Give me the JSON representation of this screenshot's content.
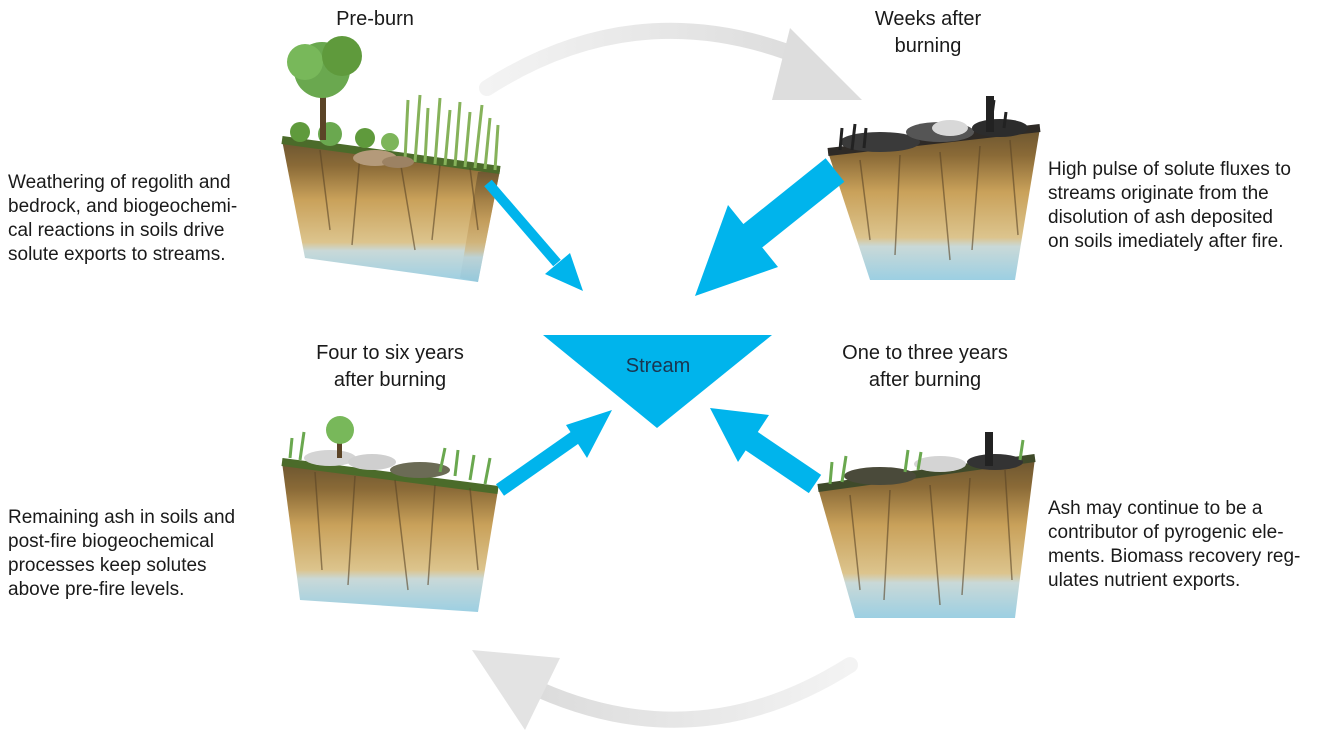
{
  "stream_label": "Stream",
  "stages": {
    "pre_burn": {
      "title": "Pre-burn",
      "description_lines": [
        "Weathering of regolith and",
        "bedrock, and biogeochemi-",
        "cal reactions in soils drive",
        "solute exports to streams."
      ]
    },
    "weeks_after": {
      "title_lines": [
        "Weeks after",
        "burning"
      ],
      "description_lines": [
        "High pulse of solute fluxes to",
        "streams originate from the",
        "disolution of ash deposited",
        "on soils imediately after fire."
      ]
    },
    "one_to_three": {
      "title_lines": [
        "One to three years",
        "after burning"
      ],
      "description_lines": [
        "Ash may continue to be a",
        "contributor of pyrogenic ele-",
        "ments. Biomass recovery reg-",
        "ulates nutrient exports."
      ]
    },
    "four_to_six": {
      "title_lines": [
        "Four to six years",
        "after burning"
      ],
      "description_lines": [
        "Remaining ash in soils and",
        "post-fire biogeochemical",
        "processes keep solutes",
        "above pre-fire levels."
      ]
    }
  },
  "colors": {
    "stream": "#00b4ec",
    "cycle_arrow": "#e6e6e6",
    "soil_top": "#5e4a2c",
    "soil_mid": "#c9a15a",
    "soil_low": "#dcc48d",
    "water": "#a9d6e6",
    "ash": "#3a3a3a",
    "vegetation": "#6aa84f"
  },
  "icons": {
    "pre_burn": "soil-block-forest-icon",
    "weeks_after": "soil-block-burned-icon",
    "one_to_three": "soil-block-recovering-icon",
    "four_to_six": "soil-block-regrowth-icon"
  }
}
